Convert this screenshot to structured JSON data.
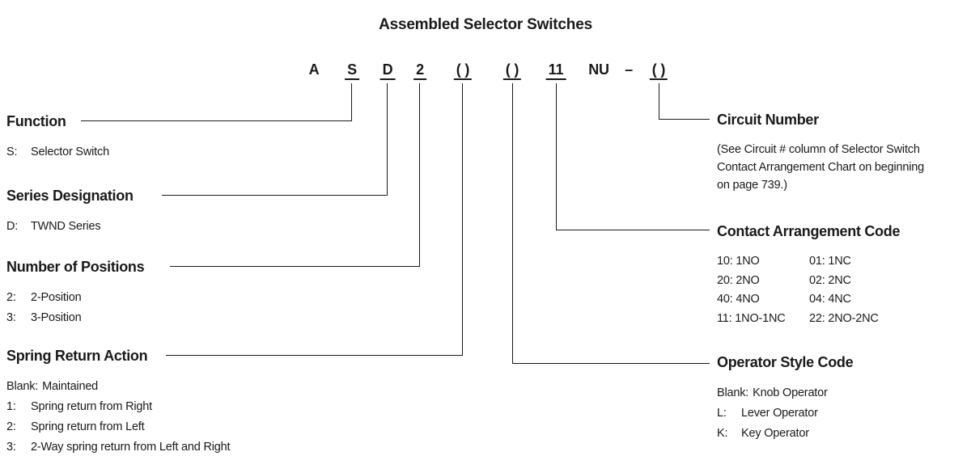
{
  "title": "Assembled Selector Switches",
  "code": {
    "segments": [
      {
        "text": "A",
        "underlined": false
      },
      {
        "text": "S",
        "underlined": true
      },
      {
        "text": "D",
        "underlined": true
      },
      {
        "text": "2",
        "underlined": true
      },
      {
        "text": "( )",
        "underlined": true
      },
      {
        "text": "( )",
        "underlined": true
      },
      {
        "text": "11",
        "underlined": true
      },
      {
        "text": "NU",
        "underlined": false
      },
      {
        "text": "–",
        "underlined": false
      },
      {
        "text": "( )",
        "underlined": true
      }
    ]
  },
  "left_sections": [
    {
      "heading": "Function",
      "items": [
        {
          "key": "S:",
          "desc": "Selector Switch"
        }
      ]
    },
    {
      "heading": "Series Designation",
      "items": [
        {
          "key": "D:",
          "desc": "TWND Series"
        }
      ]
    },
    {
      "heading": "Number of Positions",
      "items": [
        {
          "key": "2:",
          "desc": "2-Position"
        },
        {
          "key": "3:",
          "desc": "3-Position"
        }
      ]
    },
    {
      "heading": "Spring Return Action",
      "items": [
        {
          "key": "Blank:",
          "desc": "Maintained"
        },
        {
          "key": "1:",
          "desc": "Spring return from Right"
        },
        {
          "key": "2:",
          "desc": "Spring return from Left"
        },
        {
          "key": "3:",
          "desc": "2-Way spring return from Left and Right"
        }
      ]
    }
  ],
  "right_sections": [
    {
      "heading": "Circuit Number",
      "note_lines": [
        "(See Circuit # column of Selector Switch",
        "Contact Arrangement Chart on beginning",
        "on page 739.)"
      ]
    },
    {
      "heading": "Contact Arrangement Code",
      "rows": [
        {
          "c1": "10: 1NO",
          "c2": "01: 1NC"
        },
        {
          "c1": "20: 2NO",
          "c2": "02: 2NC"
        },
        {
          "c1": "40: 4NO",
          "c2": "04: 4NC"
        },
        {
          "c1": "11: 1NO-1NC",
          "c2": "22: 2NO-2NC"
        }
      ]
    },
    {
      "heading": "Operator Style Code",
      "items": [
        {
          "key": "Blank:",
          "desc": "Knob Operator"
        },
        {
          "key": "L:",
          "desc": "Lever Operator"
        },
        {
          "key": "K:",
          "desc": "Key Operator"
        }
      ]
    }
  ],
  "colors": {
    "text": "#1a1a1a",
    "line": "#1a1a1a",
    "background": "#ffffff"
  }
}
